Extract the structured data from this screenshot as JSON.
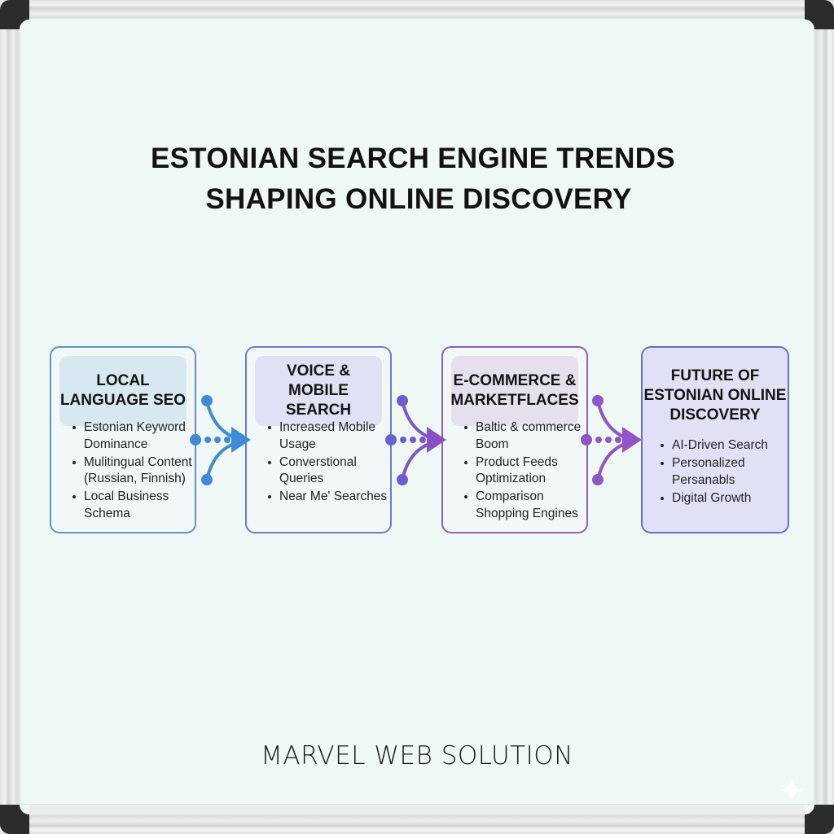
{
  "title": {
    "line1": "ESTONIAN SEARCH ENGINE TRENDS",
    "line2": "SHAPING ONLINE DISCOVERY"
  },
  "stages": [
    {
      "heading": "LOCAL LANGUAGE SEO",
      "heading_lines": [
        "LOCAL",
        "LANGUAGE SEO"
      ],
      "color": "#5b95c8",
      "items": [
        "Estonian Keyword Dominance",
        "Mulitingual Content (Russian, Finnish)",
        "Local Business Schema"
      ]
    },
    {
      "heading": "VOICE & MOBILE SEARCH",
      "heading_lines": [
        "VOICE &",
        "MOBILE SEARCH"
      ],
      "color": "#6b7cc4",
      "items": [
        "Increased Mobile Usage",
        "Converstional Queries",
        "Near Me' Searches"
      ]
    },
    {
      "heading": "E-COMMERCE & MARKETFLACES",
      "heading_lines": [
        "E-COMMERCE &",
        "MARKETFLACES"
      ],
      "color": "#8a62b8",
      "items": [
        "Baltic & commerce Boom",
        "Product Feeds Optimization",
        "Comparison Shopping Engines"
      ]
    },
    {
      "heading": "FUTURE OF ESTONIAN ONLINE DISCOVERY",
      "heading_lines": [
        "FUTURE OF",
        "ESTONIAN ONLINE",
        "DISCOVERY"
      ],
      "color": "#6a6fc0",
      "items": [
        "AI-Driven Search",
        "Personalized Persanabls",
        "Digital Growth"
      ]
    }
  ],
  "connectors": [
    {
      "from": "LOCAL LANGUAGE SEO",
      "to": "VOICE & MOBILE SEARCH",
      "color": "#3f8ad6",
      "icon": "merge-arrow-icon"
    },
    {
      "from": "VOICE & MOBILE SEARCH",
      "to": "E-COMMERCE & MARKETFLACES",
      "color": "#7a5fd0",
      "icon": "merge-arrow-icon"
    },
    {
      "from": "E-COMMERCE & MARKETFLACES",
      "to": "FUTURE OF ESTONIAN ONLINE DISCOVERY",
      "color": "#9256c8",
      "icon": "merge-arrow-icon"
    }
  ],
  "footer": "MARVEL WEB SOLUTION",
  "decor": {
    "sparkle_icon": "sparkle-icon"
  }
}
